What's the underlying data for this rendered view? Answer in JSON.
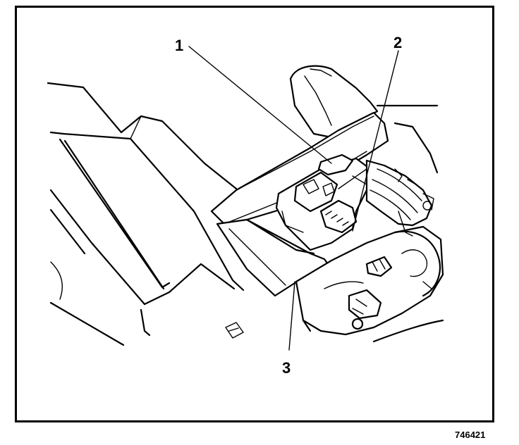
{
  "callouts": [
    {
      "id": "1",
      "label": "1"
    },
    {
      "id": "2",
      "label": "2"
    },
    {
      "id": "3",
      "label": "3"
    }
  ],
  "figure_number": "746421"
}
